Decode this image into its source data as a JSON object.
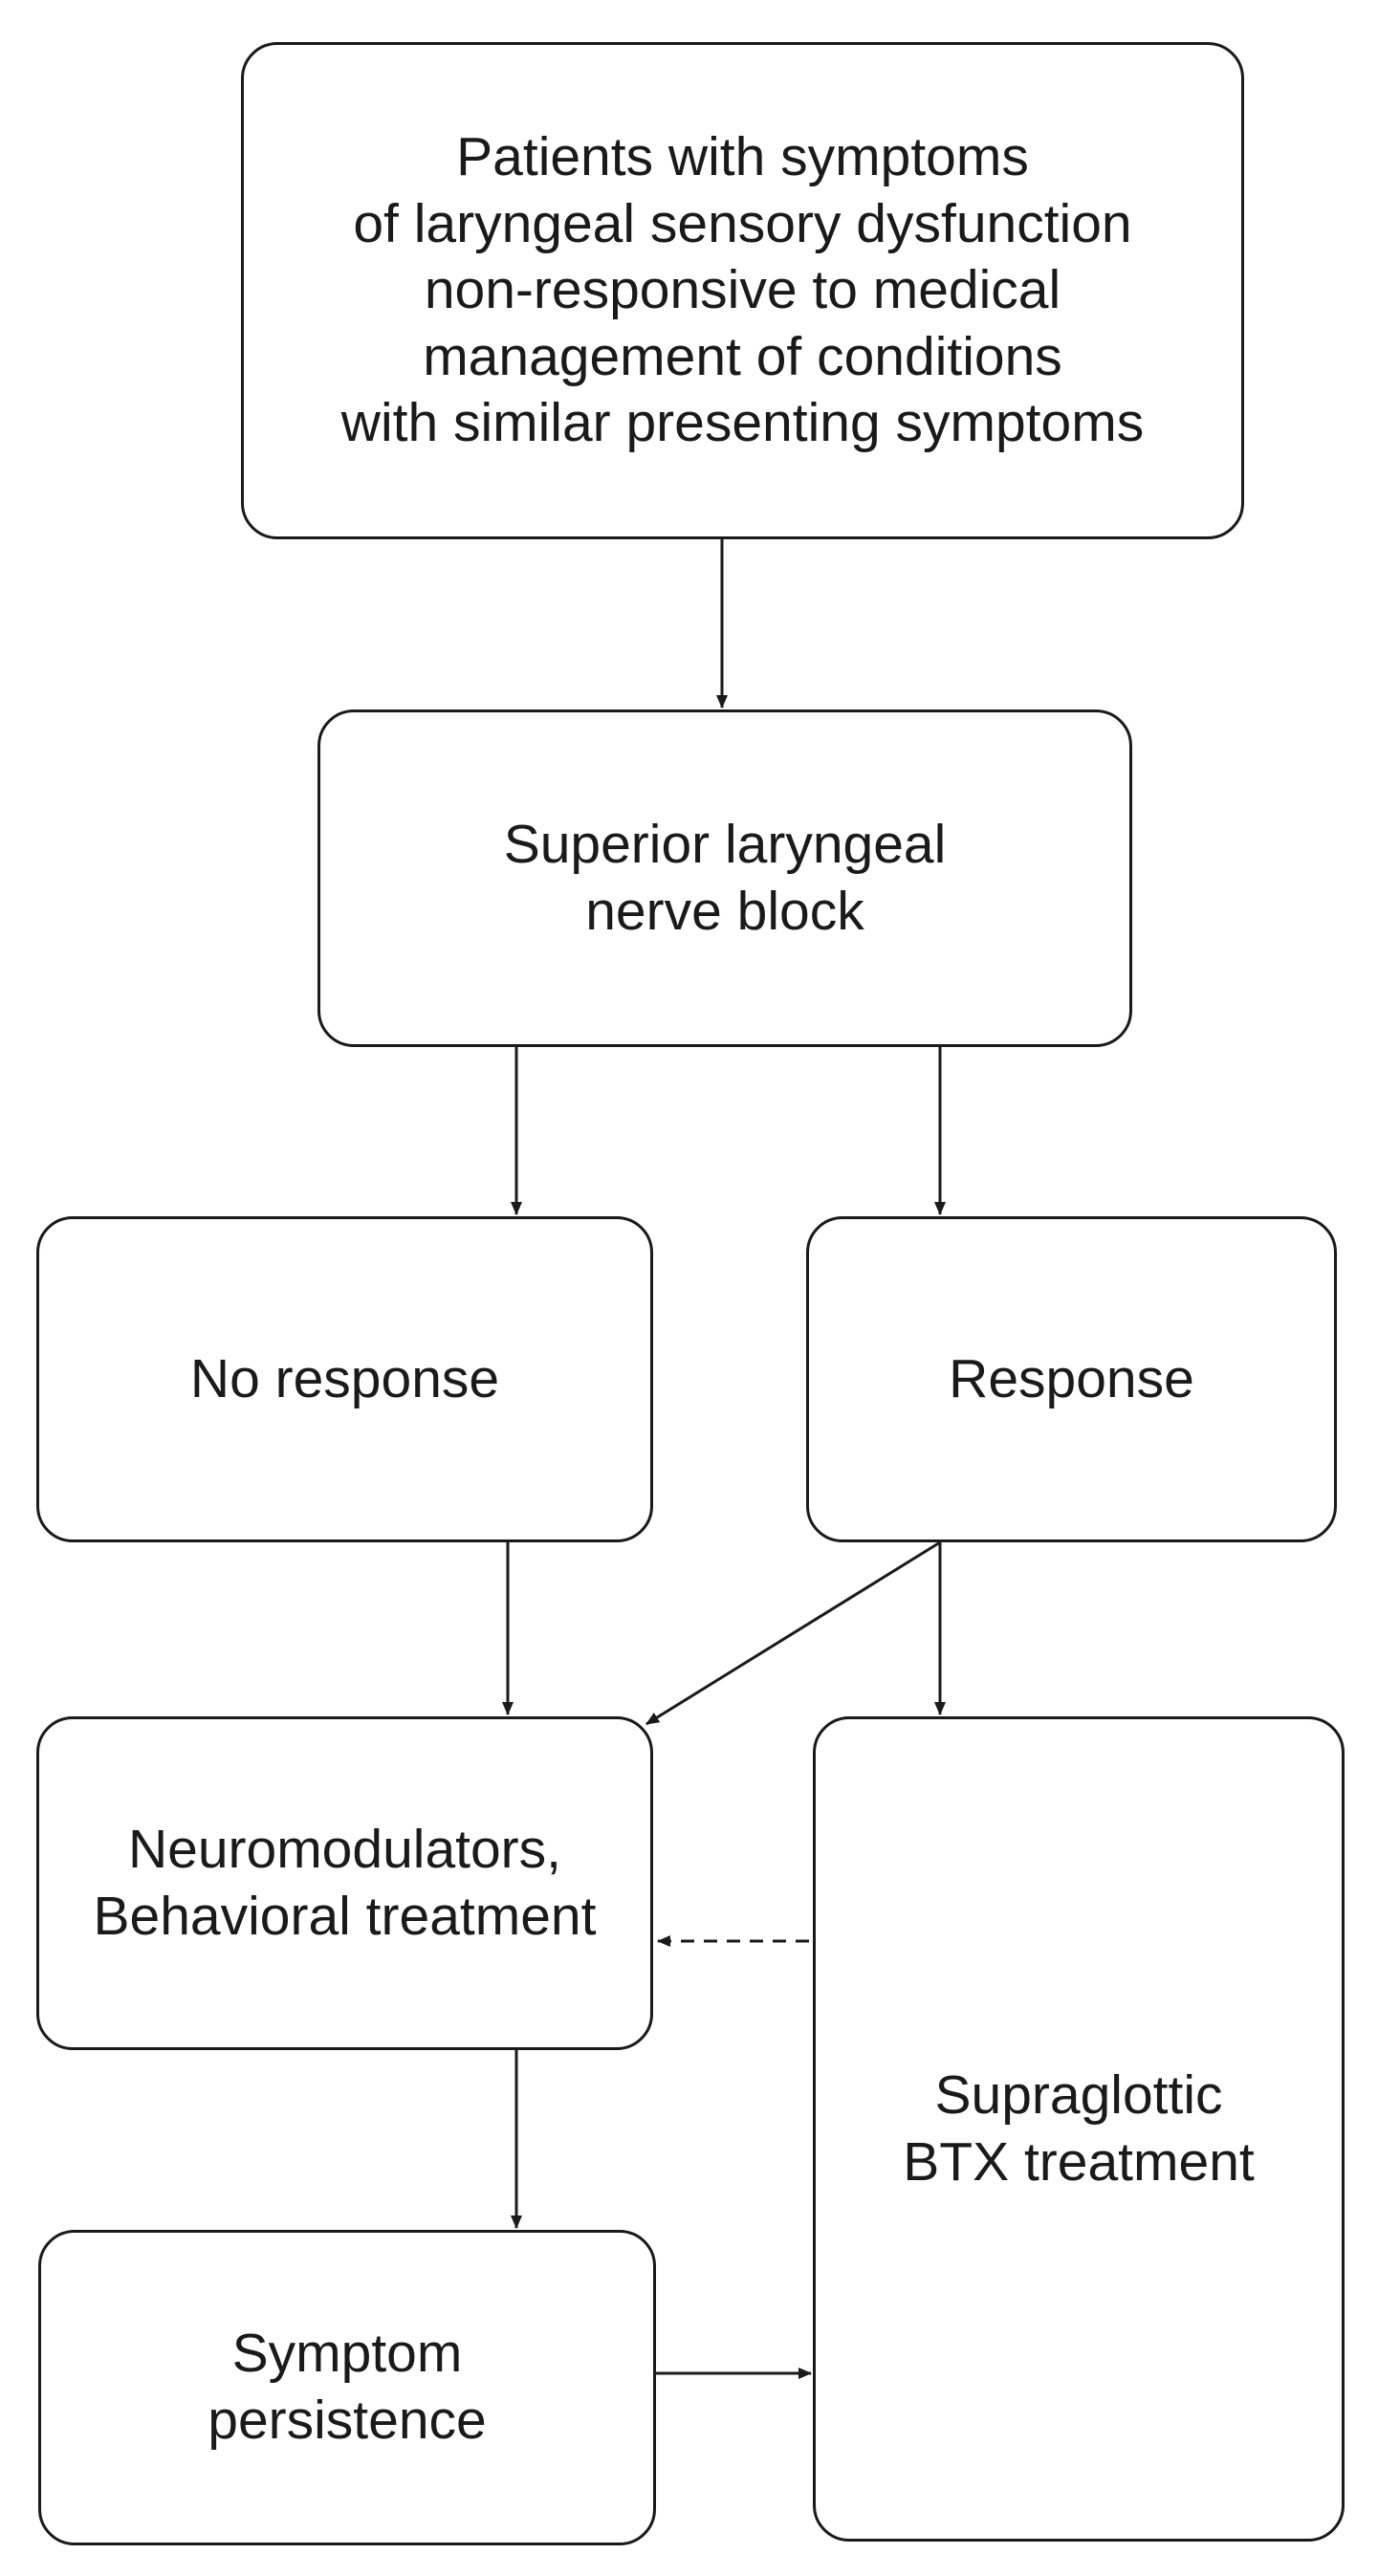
{
  "diagram": {
    "nodes": [
      {
        "id": "start",
        "text": "Patients with symptoms\nof laryngeal sensory dysfunction\nnon-responsive to medical\nmanagement of conditions\nwith similar presenting symptoms"
      },
      {
        "id": "slnb",
        "text": "Superior laryngeal\nnerve block"
      },
      {
        "id": "noresp",
        "text": "No response"
      },
      {
        "id": "resp",
        "text": "Response"
      },
      {
        "id": "neuro",
        "text": "Neuromodulators,\nBehavioral treatment"
      },
      {
        "id": "btx",
        "text": "Supraglottic\nBTX treatment"
      },
      {
        "id": "persist",
        "text": "Symptom\npersistence"
      }
    ],
    "edges": [
      {
        "from": "start",
        "to": "slnb",
        "style": "solid"
      },
      {
        "from": "slnb",
        "to": "noresp",
        "style": "solid"
      },
      {
        "from": "slnb",
        "to": "resp",
        "style": "solid"
      },
      {
        "from": "noresp",
        "to": "neuro",
        "style": "solid"
      },
      {
        "from": "resp",
        "to": "neuro",
        "style": "solid"
      },
      {
        "from": "resp",
        "to": "btx",
        "style": "solid"
      },
      {
        "from": "btx",
        "to": "neuro",
        "style": "dashed"
      },
      {
        "from": "neuro",
        "to": "persist",
        "style": "solid"
      },
      {
        "from": "persist",
        "to": "btx",
        "style": "solid"
      }
    ],
    "colors": {
      "stroke": "#1a1a1a",
      "background": "#ffffff"
    }
  }
}
